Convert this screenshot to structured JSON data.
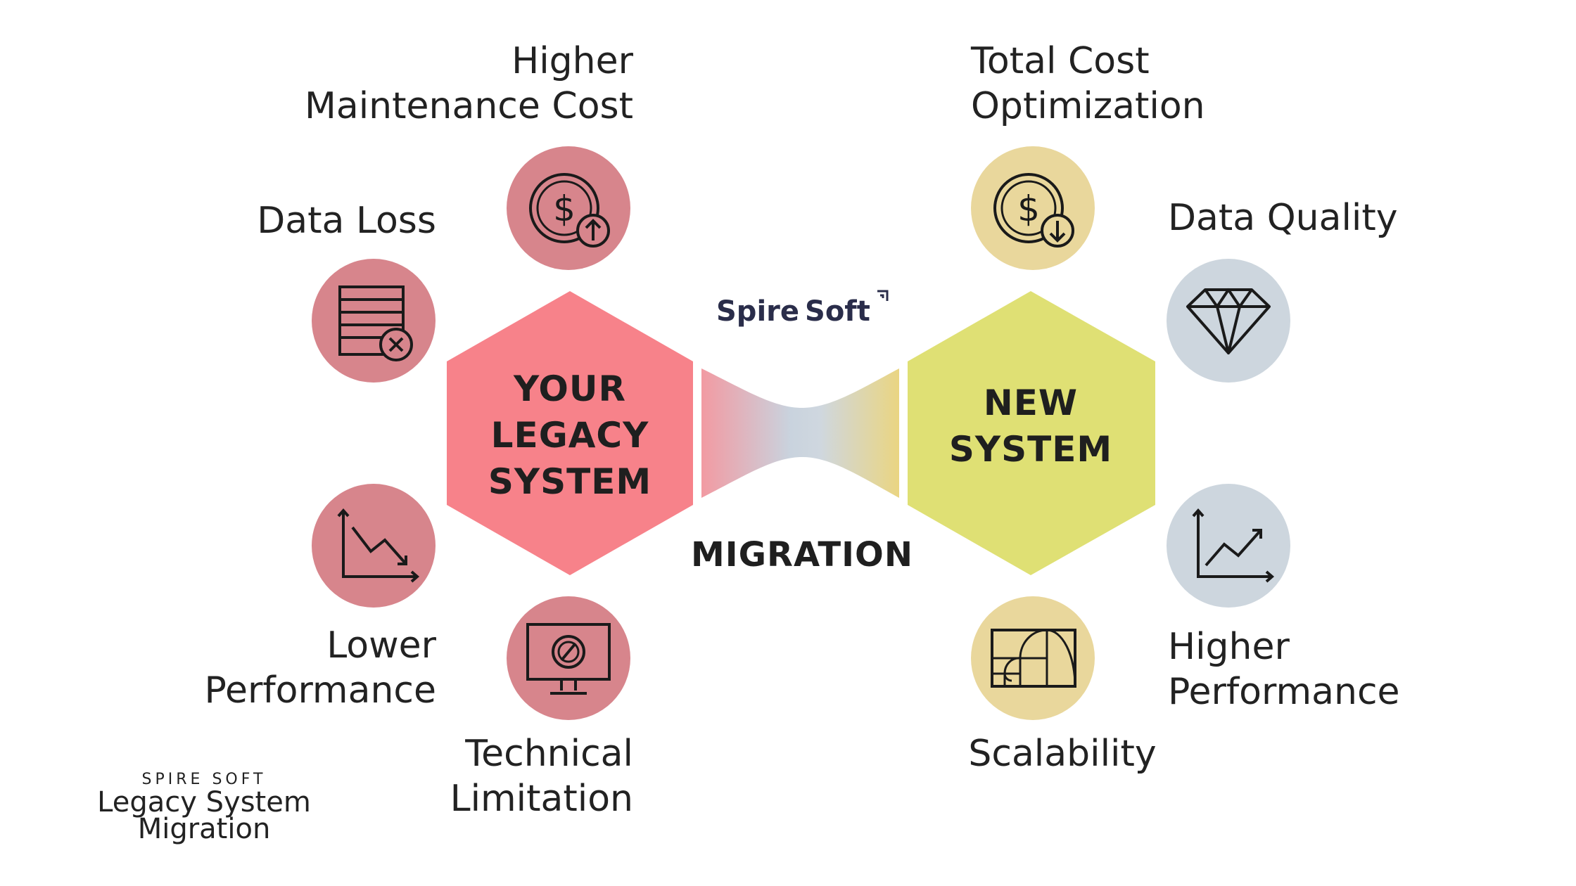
{
  "colors": {
    "legacy_hex": "#f7828a",
    "new_hex": "#dfe074",
    "legacy_circle": "#d7858c",
    "cost_opt_circle": "#e9d79c",
    "blue_circle": "#cdd6de",
    "text": "#222222"
  },
  "brand": {
    "name_part1": "Spire",
    "name_part2": "Soft"
  },
  "legacy": {
    "line1": "YOUR",
    "line2": "LEGACY",
    "line3": "SYSTEM"
  },
  "new_system": {
    "line1": "NEW",
    "line2": "SYSTEM"
  },
  "migration_label": "MIGRATION",
  "left_items": [
    {
      "icon": "dollar-up-icon",
      "line1": "Higher",
      "line2": "Maintenance Cost"
    },
    {
      "icon": "database-x-icon",
      "line1": "Data Loss",
      "line2": ""
    },
    {
      "icon": "chart-down-icon",
      "line1": "Lower",
      "line2": "Performance"
    },
    {
      "icon": "monitor-blocked-icon",
      "line1": "Technical",
      "line2": "Limitation"
    }
  ],
  "right_items": [
    {
      "icon": "dollar-down-icon",
      "line1": "Total Cost",
      "line2": "Optimization"
    },
    {
      "icon": "diamond-icon",
      "line1": "Data Quality",
      "line2": ""
    },
    {
      "icon": "chart-up-icon",
      "line1": "Higher",
      "line2": "Performance"
    },
    {
      "icon": "golden-ratio-icon",
      "line1": "Scalability",
      "line2": ""
    }
  ],
  "footer": {
    "company": "SPIRE SOFT",
    "line1": "Legacy System",
    "line2": "Migration"
  }
}
